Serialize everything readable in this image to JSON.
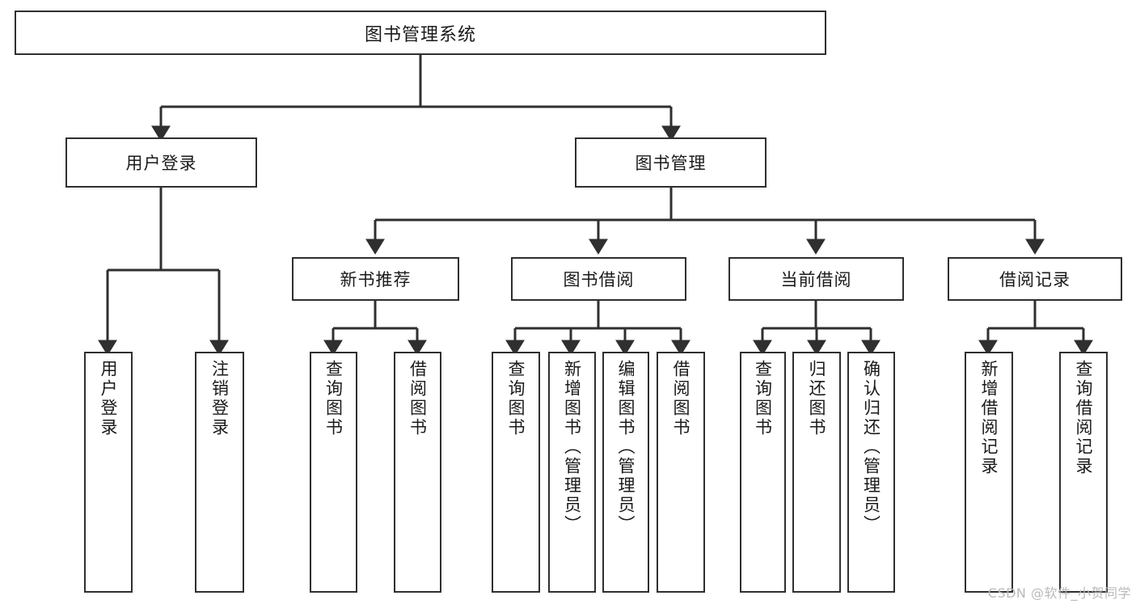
{
  "diagram": {
    "type": "tree",
    "title": "图书管理系统",
    "watermark": "CSDN @软件_小贺同学",
    "colors": {
      "box_border": "#2f2f2f",
      "box_fill": "#ffffff",
      "edge": "#2f2f2f",
      "text": "#1a1a1a",
      "watermark": "#b9b9b9"
    },
    "nodes": {
      "root": {
        "label": "图书管理系统"
      },
      "level2": [
        {
          "id": "user-login",
          "label": "用户登录"
        },
        {
          "id": "book-manage",
          "label": "图书管理"
        }
      ],
      "level3": [
        {
          "id": "new-book-recommend",
          "label": "新书推荐"
        },
        {
          "id": "book-borrow",
          "label": "图书借阅"
        },
        {
          "id": "current-borrow",
          "label": "当前借阅"
        },
        {
          "id": "borrow-record",
          "label": "借阅记录"
        }
      ],
      "leaves_user_login": [
        {
          "id": "leaf-user-login",
          "label": "用户登录"
        },
        {
          "id": "leaf-user-logout",
          "label": "注销登录"
        }
      ],
      "leaves_new_book_recommend": [
        {
          "id": "leaf-query-book-1",
          "label": "查询图书"
        },
        {
          "id": "leaf-borrow-book-1",
          "label": "借阅图书"
        }
      ],
      "leaves_book_borrow": [
        {
          "id": "leaf-query-book-2",
          "label": "查询图书"
        },
        {
          "id": "leaf-add-book",
          "label": "新增图书（管理员）"
        },
        {
          "id": "leaf-edit-book",
          "label": "编辑图书（管理员）"
        },
        {
          "id": "leaf-borrow-book-2",
          "label": "借阅图书"
        }
      ],
      "leaves_current_borrow": [
        {
          "id": "leaf-query-book-3",
          "label": "查询图书"
        },
        {
          "id": "leaf-return-book",
          "label": "归还图书"
        },
        {
          "id": "leaf-confirm-return",
          "label": "确认归还（管理员）"
        }
      ],
      "leaves_borrow_record": [
        {
          "id": "leaf-add-record",
          "label": "新增借阅记录"
        },
        {
          "id": "leaf-query-record",
          "label": "查询借阅记录"
        }
      ]
    }
  }
}
